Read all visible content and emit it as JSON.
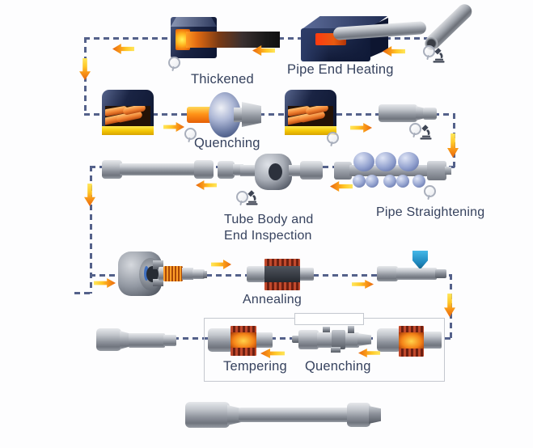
{
  "diagram": {
    "type": "pipe-manufacturing-process-flow",
    "stages": [
      {
        "id": "thickened",
        "label": "Thickened"
      },
      {
        "id": "pipe-end-heating",
        "label": "Pipe End Heating"
      },
      {
        "id": "quenching-1",
        "label": "Quenching"
      },
      {
        "id": "tube-body-end-inspection",
        "label_lines": [
          "Tube Body and",
          "End Inspection"
        ]
      },
      {
        "id": "pipe-straightening",
        "label": "Pipe Straightening"
      },
      {
        "id": "annealing",
        "label": "Annealing"
      },
      {
        "id": "tempering",
        "label": "Tempering"
      },
      {
        "id": "quenching-2",
        "label": "Quenching"
      }
    ],
    "icons": {
      "magnifier": "inspection-point",
      "microscope": "lab-inspection-point"
    },
    "colors": {
      "flow_line": "#54618a",
      "arrow_orange": "#e8680e",
      "arrow_yellow": "#ffe65a",
      "furnace_navy": "#16203e",
      "heat_glow": "#ff8a1e",
      "roller_blue": "#7e8ec4",
      "marker_nozzle_blue": "#2aa0d8",
      "label_text": "#36425e",
      "metal_gray": "#9ba0a9",
      "tempering_red": "#b8432a",
      "furnace_base_yellow": "#f3c503"
    }
  }
}
